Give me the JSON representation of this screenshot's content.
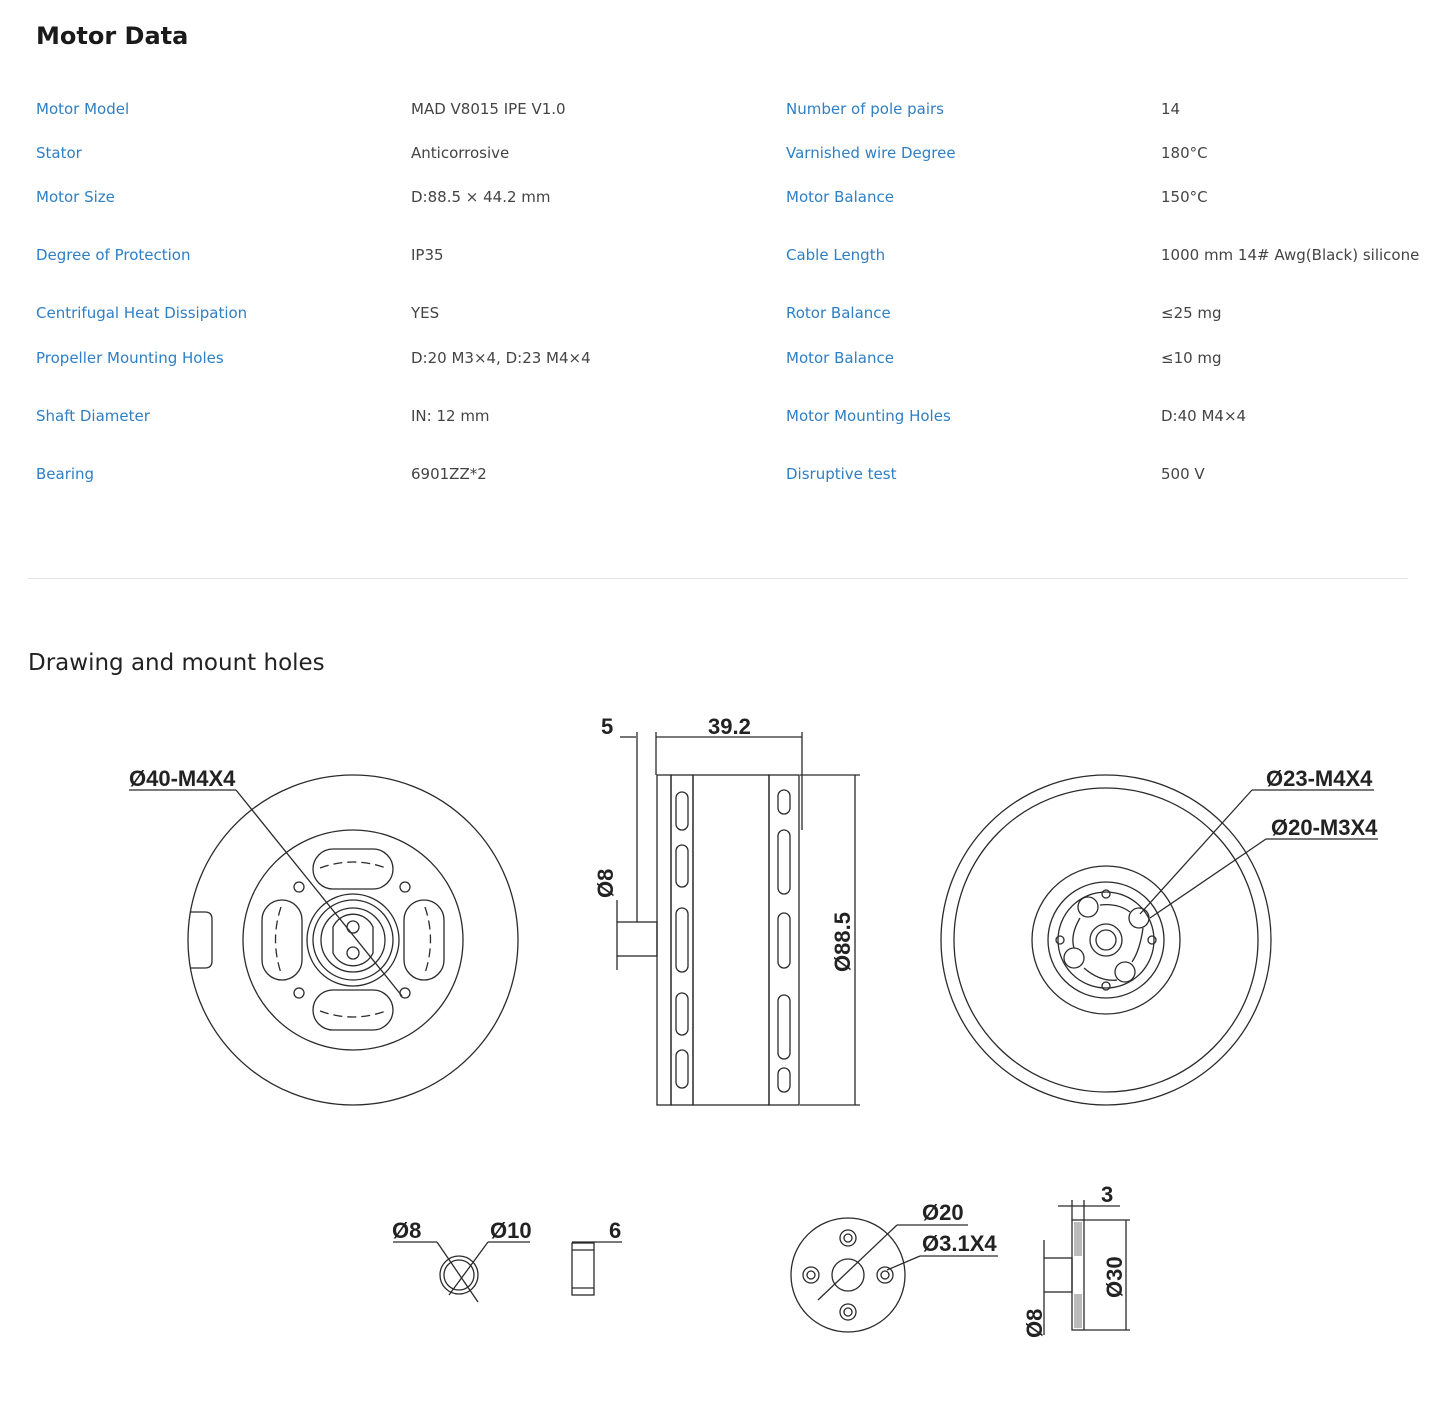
{
  "motor_data": {
    "title": "Motor Data",
    "rows": [
      [
        "Motor Model",
        "MAD V8015 IPE V1.0",
        "Number of pole pairs",
        "14"
      ],
      [
        "Stator",
        "Anticorrosive",
        "Varnished wire Degree",
        "180°C"
      ],
      [
        "Motor Size",
        "D:88.5 × 44.2 mm",
        "Motor Balance",
        "150°C"
      ],
      [
        "Degree of Protection",
        "IP35",
        "Cable Length",
        "1000 mm 14# Awg(Black) silicone"
      ],
      [
        "Centrifugal Heat Dissipation",
        "YES",
        "Rotor Balance",
        "≤25 mg"
      ],
      [
        "Propeller Mounting Holes",
        "D:20 M3×4,  D:23  M4×4",
        "Motor Balance",
        "≤10 mg"
      ],
      [
        "Shaft Diameter",
        "IN: 12 mm",
        "Motor Mounting Holes",
        "D:40 M4×4"
      ],
      [
        "Bearing",
        "6901ZZ*2",
        "Disruptive test",
        "500 V"
      ]
    ]
  },
  "drawing": {
    "title": "Drawing and mount holes",
    "labels": {
      "bottom_mount": "Ø40-M4X4",
      "shaft_len": "5",
      "body_len": "39.2",
      "shaft_dia": "Ø8",
      "body_dia": "Ø88.5",
      "prop_m4": "Ø23-M4X4",
      "prop_m3": "Ø20-M3X4",
      "spacer_inner": "Ø8",
      "spacer_outer": "Ø10",
      "spacer_len": "6",
      "adapter_pcd": "Ø20",
      "adapter_holes": "Ø3.1X4",
      "adapter_thk": "3",
      "adapter_dia": "Ø30",
      "adapter_bore": "Ø8"
    }
  }
}
